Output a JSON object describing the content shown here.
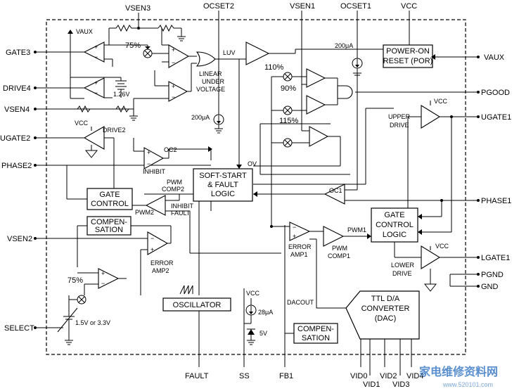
{
  "pins": {
    "vsen3": "VSEN3",
    "ocset2": "OCSET2",
    "vsen1": "VSEN1",
    "ocset1": "OCSET1",
    "vcc_top": "VCC",
    "gate3": "GATE3",
    "drive4": "DRIVE4",
    "vsen4": "VSEN4",
    "ugate2": "UGATE2",
    "phase2": "PHASE2",
    "vsen2": "VSEN2",
    "select": "SELECT",
    "vaux": "VAUX",
    "pgood": "PGOOD",
    "ugate1": "UGATE1",
    "phase1": "PHASE1",
    "lgate1": "LGATE1",
    "pgnd": "PGND",
    "gnd": "GND",
    "fault": "FAULT",
    "ss": "SS",
    "fb1": "FB1",
    "vid0": "VID0",
    "vid1": "VID1",
    "vid2": "VID2",
    "vid3": "VID3",
    "vid4": "VID4"
  },
  "blocks": {
    "por_1": "POWER-ON",
    "por_2": "RESET (POR)",
    "ss_1": "SOFT-START",
    "ss_2": "& FAULT",
    "ss_3": "LOGIC",
    "gate_ctrl_1": "GATE",
    "gate_ctrl_2": "CONTROL",
    "gcl_1": "GATE",
    "gcl_2": "CONTROL",
    "gcl_3": "LOGIC",
    "comp1_1": "COMPEN-",
    "comp1_2": "SATION",
    "comp2_1": "COMPEN-",
    "comp2_2": "SATION",
    "osc": "OSCILLATOR",
    "dac_1": "TTL D/A",
    "dac_2": "CONVERTER",
    "dac_3": "(DAC)"
  },
  "labels": {
    "vaux_small": "VAUX",
    "pct75_top": "75%",
    "v126": "1.26V",
    "luv": "LUV",
    "linear": "LINEAR",
    "under": "UNDER",
    "voltage": "VOLTAGE",
    "i200_top": "200μA",
    "i200_mid": "200μA",
    "pct110": "110%",
    "pct90": "90%",
    "pct115": "115%",
    "vcc_drv2": "VCC",
    "drive2": "DRIVE2",
    "oc2": "OC2",
    "inhibit": "INHIBIT",
    "ov": "OV",
    "pwm": "PWM",
    "comp2": "COMP2",
    "pwm2": "PWM2",
    "inhibit2": "INHIBIT",
    "fault_lbl": "FAULT",
    "oc1": "OC1",
    "vcc_upper": "VCC",
    "upper": "UPPER",
    "drive_u": "DRIVE",
    "vcc_lower": "VCC",
    "lower": "LOWER",
    "drive_l": "DRIVE",
    "error": "ERROR",
    "amp2": "AMP2",
    "error1": "ERROR",
    "amp1": "AMP1",
    "pwm1": "PWM1",
    "pwm_c1": "PWM",
    "comp1": "COMP1",
    "pct75_bot": "75%",
    "vsel": "1.5V or 3.3V",
    "vcc_ss": "VCC",
    "i28": "28μA",
    "v5": "5V",
    "dacout": "DACOUT"
  },
  "watermark": {
    "cn": "家电维修资料网",
    "url": "www.520101.com"
  }
}
